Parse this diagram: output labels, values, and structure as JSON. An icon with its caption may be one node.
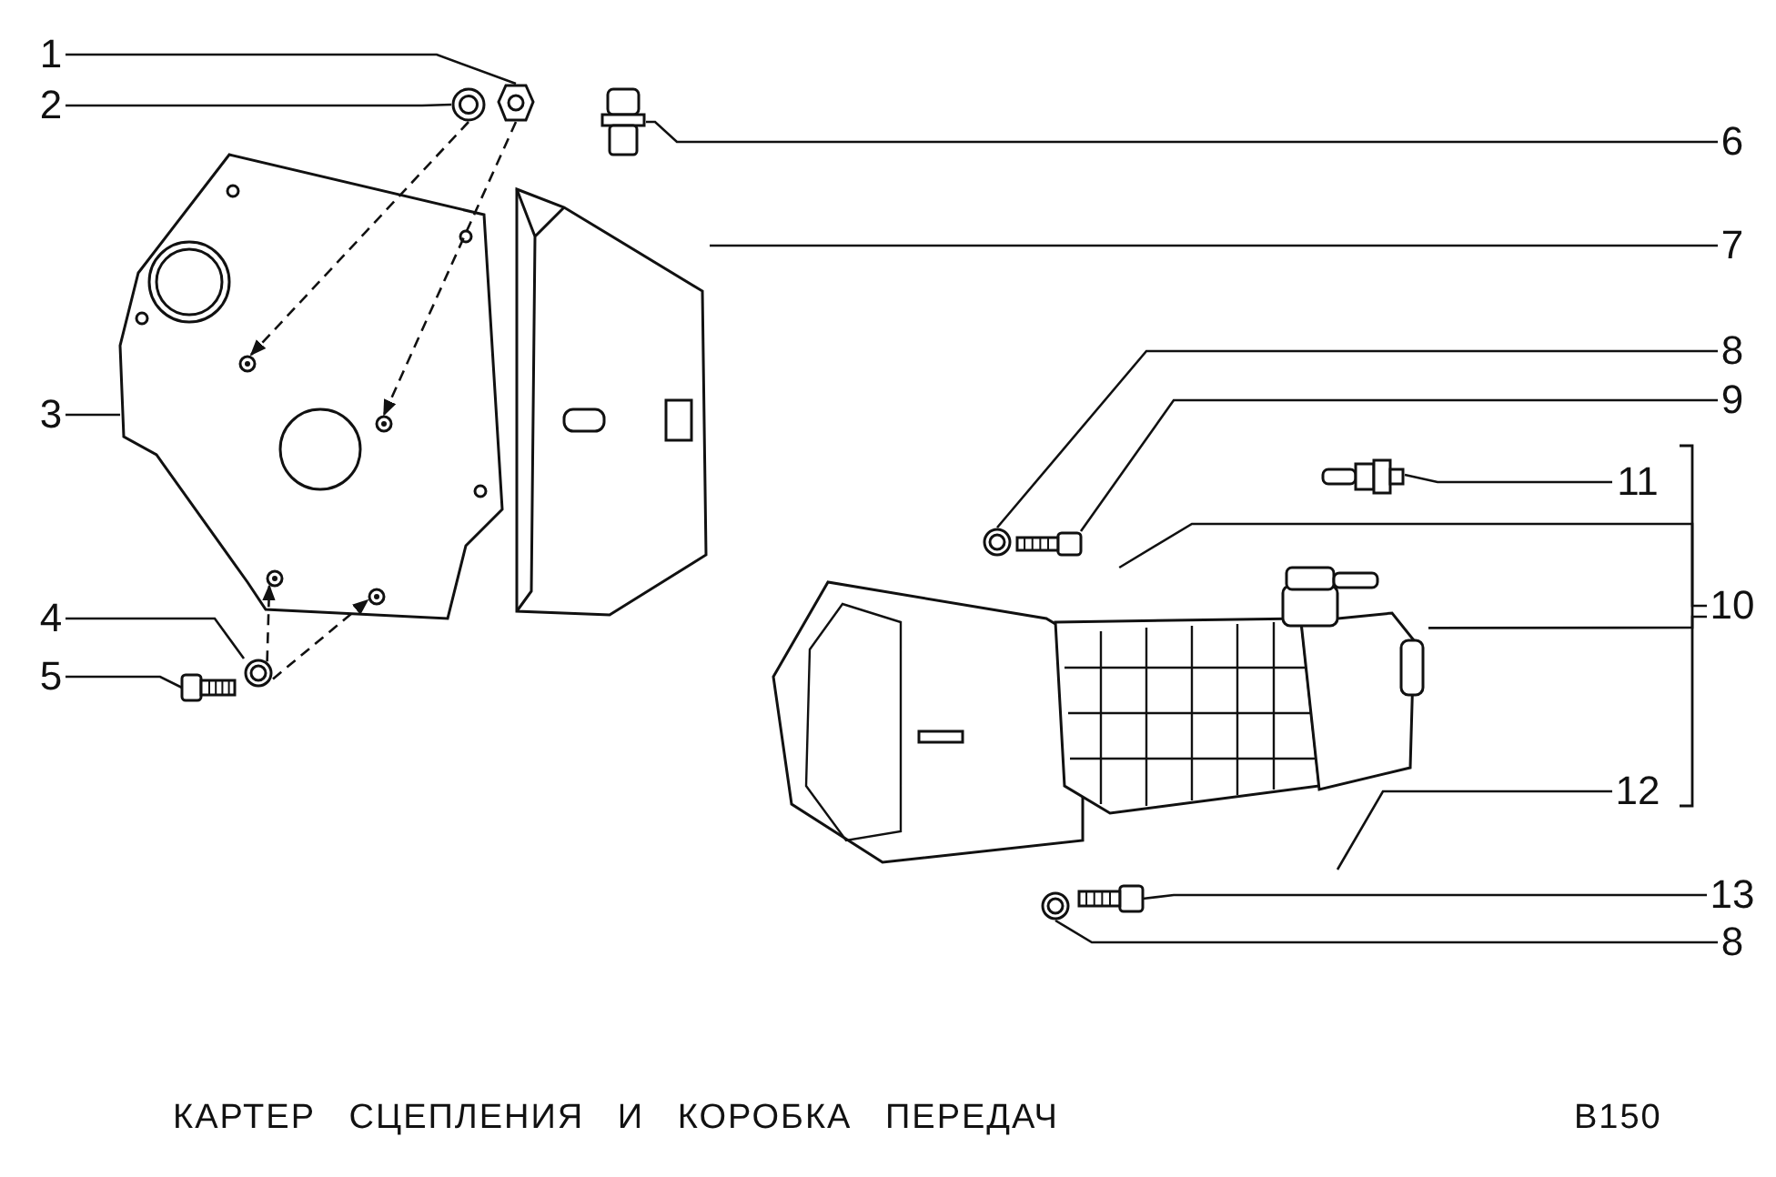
{
  "diagram": {
    "title": "КАРТЕР СЦЕПЛЕНИЯ И КОРОБКА ПЕРЕДАЧ",
    "nodes": [
      {
        "text": [
          "1"
        ]
      },
      {
        "text": [
          "2"
        ]
      },
      {
        "text": [
          "3"
        ]
      },
      {
        "text": [
          "4"
        ]
      },
      {
        "text": [
          "5"
        ]
      },
      {
        "text": [
          "6"
        ]
      },
      {
        "text": [
          "7"
        ]
      },
      {
        "text": [
          "8"
        ]
      },
      {
        "text": [
          "9"
        ]
      },
      {
        "text": [
          "10"
        ]
      },
      {
        "text": [
          "11"
        ]
      },
      {
        "text": [
          "12"
        ]
      },
      {
        "text": [
          "13"
        ]
      },
      {
        "text": [
          "8"
        ]
      },
      {
        "text": [],
        "shape": "picture"
      },
      {
        "text": [],
        "shape": "picture"
      },
      {
        "text": [],
        "shape": "picture"
      },
      {
        "text": [],
        "shape": "picture"
      },
      {
        "text": [],
        "shape": "picture"
      },
      {
        "text": [],
        "shape": "picture"
      },
      {
        "text": [],
        "shape": "picture"
      },
      {
        "text": [],
        "shape": "picture"
      },
      {
        "text": [],
        "shape": "picture"
      },
      {
        "text": [],
        "shape": "picture"
      },
      {
        "text": [],
        "shape": "picture"
      },
      {
        "text": [],
        "shape": "picture"
      },
      {
        "text": [],
        "shape": "picture"
      },
      {
        "text": [],
        "shape": "circle",
        "in": 16
      },
      {
        "text": [],
        "shape": "circle",
        "in": 16
      },
      {
        "text": [],
        "shape": "circle",
        "in": 16
      },
      {
        "text": [],
        "shape": "circle",
        "in": 16
      }
    ],
    "edges": [
      {
        "from": 0,
        "to": 14,
        "arrow": "none"
      },
      {
        "from": 1,
        "to": 15,
        "arrow": "none"
      },
      {
        "from": 2,
        "to": 16,
        "arrow": "none"
      },
      {
        "from": 3,
        "to": 17,
        "arrow": "none"
      },
      {
        "from": 4,
        "to": 18,
        "arrow": "none"
      },
      {
        "from": 5,
        "to": 19,
        "arrow": "none"
      },
      {
        "from": 6,
        "to": 20,
        "arrow": "none"
      },
      {
        "from": 7,
        "to": 21,
        "arrow": "none"
      },
      {
        "from": 8,
        "to": 22,
        "arrow": "none"
      },
      {
        "from": 9,
        "to": 23,
        "arrow": "none"
      },
      {
        "from": 9,
        "to": 23,
        "arrow": "none"
      },
      {
        "from": 10,
        "to": 24,
        "arrow": "none"
      },
      {
        "from": 11,
        "to": 23,
        "arrow": "none"
      },
      {
        "from": 12,
        "to": 25,
        "arrow": "none"
      },
      {
        "from": 13,
        "to": 26,
        "arrow": "none"
      },
      {
        "from": 15,
        "to": 27,
        "arrow": "to",
        "style": "dashed"
      },
      {
        "from": 14,
        "to": 28,
        "arrow": "to",
        "style": "dashed"
      },
      {
        "from": 17,
        "to": 29,
        "arrow": "to",
        "style": "dashed"
      },
      {
        "from": 17,
        "to": 30,
        "arrow": "to",
        "style": "dashed"
      }
    ],
    "labels": [
      "B150"
    ]
  }
}
